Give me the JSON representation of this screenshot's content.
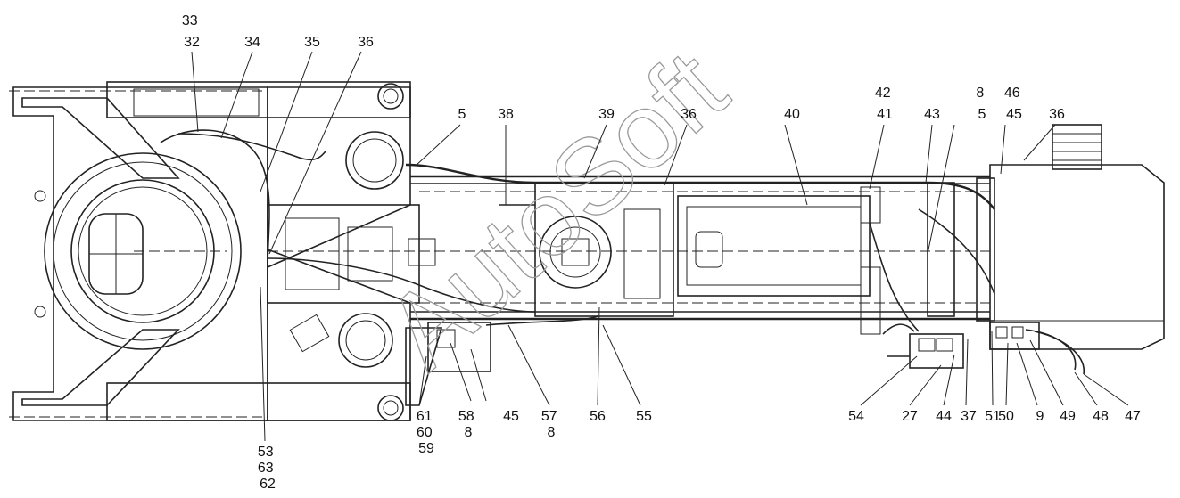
{
  "watermark": "AutoSoft",
  "callouts": {
    "c33_32": [
      "33",
      "32"
    ],
    "c34": [
      "34"
    ],
    "c35": [
      "35"
    ],
    "c36a": [
      "36"
    ],
    "c5a": [
      "5"
    ],
    "c38": [
      "38"
    ],
    "c39": [
      "39"
    ],
    "c36b": [
      "36"
    ],
    "c40": [
      "40"
    ],
    "c42_41": [
      "42",
      "41"
    ],
    "c43": [
      "43"
    ],
    "c8_5": [
      "8",
      "5"
    ],
    "c46_45": [
      "46",
      "45"
    ],
    "c36c": [
      "36"
    ],
    "c53_63_62": [
      "53",
      "63",
      "62"
    ],
    "c61_60_59": [
      "61",
      "60",
      "59"
    ],
    "c58_8": [
      "58",
      "8"
    ],
    "c45": [
      "45"
    ],
    "c57_8": [
      "57",
      "8"
    ],
    "c56": [
      "56"
    ],
    "c55": [
      "55"
    ],
    "c54": [
      "54"
    ],
    "c27": [
      "27"
    ],
    "c44": [
      "44"
    ],
    "c37": [
      "37"
    ],
    "c51": [
      "51"
    ],
    "c50": [
      "50"
    ],
    "c9": [
      "9"
    ],
    "c49": [
      "49"
    ],
    "c48": [
      "48"
    ],
    "c47": [
      "47"
    ]
  }
}
